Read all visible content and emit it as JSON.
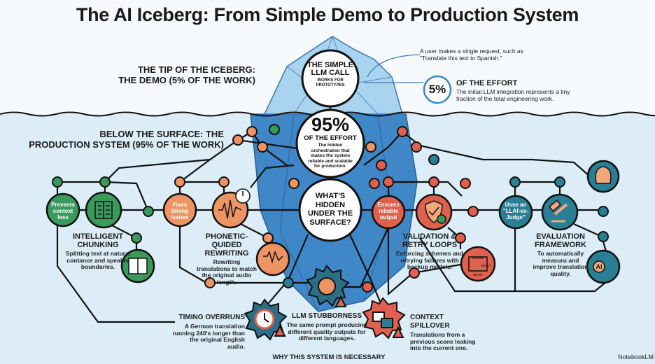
{
  "title": "The AI Iceberg: From Simple Demo to Production System",
  "tip_section": {
    "heading_line1": "THE TIP OF THE ICEBERG:",
    "heading_line2": "THE DEMO (5% OF THE WORK)"
  },
  "below_section": {
    "heading_line1": "BELOW THE SURFACE: THE",
    "heading_line2": "PRODUCTION SYSTEM (95% OF THE WORK)"
  },
  "simple_call": {
    "title": "THE SIMPLE LLM CALL",
    "subtitle": "WORKS FOR PROTOTYPES"
  },
  "user_request_note": "A user makes a single request, such as \"Translate this text to Spanish.\"",
  "five_percent": {
    "value": "5%",
    "heading": "OF THE EFFORT",
    "text": "The initial LLM integration represents a tiny fraction of the total engineering work."
  },
  "ninety_five": {
    "value": "95%",
    "heading": "OF THE EFFORT",
    "text": "The hidden orchestration that makes the system reliable and scalable for production."
  },
  "hidden_question": "WHAT'S HIDDEN UNDER THE SURFACE?",
  "components": [
    {
      "node_label": "Prevents context less",
      "title": "INTELLIGENT CHUNKING",
      "text": "Splitting text at natural contance and speaker boundaries.",
      "color": "#3a9a5b"
    },
    {
      "node_label": "Fixes timing issues",
      "title": "PHONETIC-QUIDED REWRITING",
      "text": "Rewriting translations to match the original audio length.",
      "color": "#ee9463"
    },
    {
      "node_label": "Ensures reliable output",
      "title": "VALIDATION & RETRY LOOPS",
      "text": "Enforcing schemes and retrying failures with backup models.",
      "color": "#e0604f"
    },
    {
      "node_label": "Usse an \"LLAf-ex-Judge\"",
      "title": "EVALUATION FRAMEWORK",
      "text": "To automatically measuru and improve translation quality.",
      "color": "#2a7f94"
    }
  ],
  "retry_diagram": {
    "top": "FULURE",
    "right": "RETOT",
    "bottom": "RETOT"
  },
  "ai_badge": "AI",
  "problems": [
    {
      "title": "TIMING OVERRUNS",
      "text": "A German translation running 240's longer than the original English audio."
    },
    {
      "title": "LLM STUBBORNESS",
      "text": "The same prompt producing different quality outputs for different languages."
    },
    {
      "title": "CONTEXT SPILLOVER",
      "text": "Translations from a previous scene leaking into the current one."
    }
  ],
  "problems_caption": "WHY THIS SYSTEM IS NECESSARY",
  "watermark": "NotebookLM"
}
